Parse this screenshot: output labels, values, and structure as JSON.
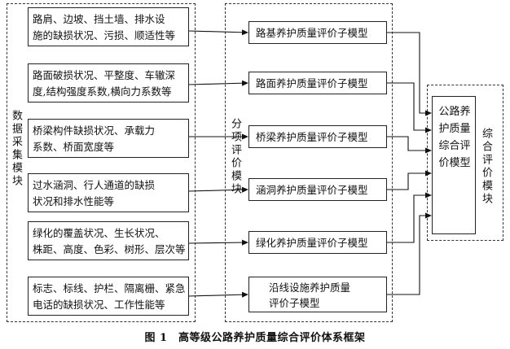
{
  "groups": {
    "data_collection": "数据采集模块",
    "sub_evaluation": "分项评价模块",
    "overall_evaluation": "综合评价模块"
  },
  "indicators": [
    {
      "lines": [
        "路肩、边坡、挡土墙、排水设",
        "施的缺损状况、污损、顺适性等"
      ]
    },
    {
      "lines": [
        "路面破损状况、平整度、车辙深",
        "度,结构强度系数,横向力系数等"
      ]
    },
    {
      "lines": [
        "桥梁构件缺损状况、承载力",
        "系数、桥面宽度等"
      ]
    },
    {
      "lines": [
        "过水涵洞、行人通道的缺损",
        "状况和排水性能等"
      ]
    },
    {
      "lines": [
        "绿化的覆盖状况、生长状况、",
        "株距、高度、色彩、树形、层次等"
      ]
    },
    {
      "lines": [
        "标志、标线、护栏、隔离栅、紧急",
        "电话的缺损状况、工作性能等"
      ]
    }
  ],
  "submodels": [
    {
      "lines": [
        "路基养护质量评价子模型"
      ]
    },
    {
      "lines": [
        "路面养护质量评价子模型"
      ]
    },
    {
      "lines": [
        "桥梁养护质量评价子模型"
      ]
    },
    {
      "lines": [
        "涵洞养护质量评价子模型"
      ]
    },
    {
      "lines": [
        "绿化养护质量评价子模型"
      ]
    },
    {
      "lines": [
        "沿线设施养护质量",
        "评价子模型"
      ]
    }
  ],
  "overall_model": "公路养护质量综合评价模型",
  "caption": "图 1　高等级公路养护质量综合评价体系框架"
}
